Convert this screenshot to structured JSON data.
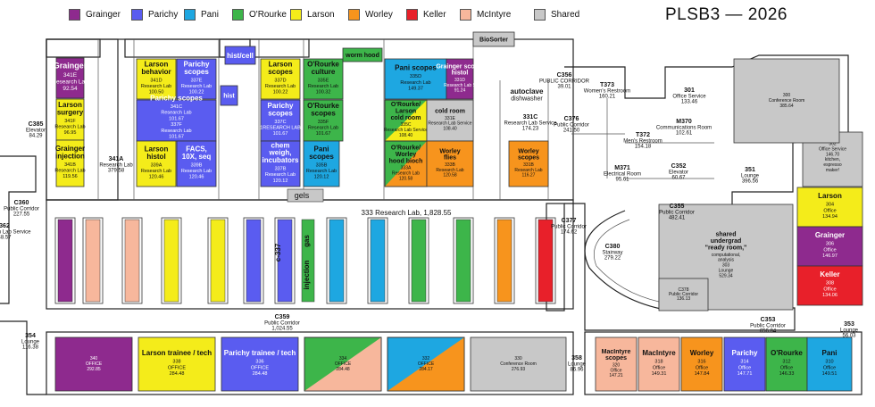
{
  "title": "PLSB3 — 2026",
  "colors": {
    "grainger": "#8e2a8e",
    "parichy": "#5a5cf0",
    "pani": "#1ea7e1",
    "orourke": "#3db54a",
    "larson": "#f4ec1a",
    "worley": "#f7941d",
    "keller": "#e8202a",
    "mcintyre": "#f7b79c",
    "shared": "#c8c8c8"
  },
  "legend": [
    {
      "label": "Grainger",
      "color": "#8e2a8e"
    },
    {
      "label": "Parichy",
      "color": "#5a5cf0"
    },
    {
      "label": "Pani",
      "color": "#1ea7e1"
    },
    {
      "label": "O'Rourke",
      "color": "#3db54a"
    },
    {
      "label": "Larson",
      "color": "#f4ec1a"
    },
    {
      "label": "Worley",
      "color": "#f7941d"
    },
    {
      "label": "Keller",
      "color": "#e8202a"
    },
    {
      "label": "McIntyre",
      "color": "#f7b79c"
    },
    {
      "label": "Shared",
      "color": "#c8c8c8"
    }
  ],
  "rooms": [
    {
      "id": "r341e",
      "color": "grainger",
      "lines": [
        "Grainger",
        "341E",
        "Research Lab",
        "92.54"
      ]
    },
    {
      "id": "r341f",
      "color": "larson",
      "lines": [
        "Larson",
        "surgery",
        "341F",
        "Research Lab",
        "96.95"
      ]
    },
    {
      "id": "r341b",
      "color": "larson",
      "lines": [
        "Grainger",
        "injection",
        "341B",
        "Research Lab",
        "119.56"
      ]
    },
    {
      "id": "r341d",
      "color": "larson",
      "lines": [
        "Larson",
        "behavior",
        "341D",
        "Research Lab",
        "100.50"
      ]
    },
    {
      "id": "r337e",
      "color": "parichy",
      "lines": [
        "Parichy",
        "scopes",
        "337E",
        "Research Lab",
        "100.22"
      ]
    },
    {
      "id": "r341c",
      "color": "parichy",
      "lines": [
        "Parichy scopes",
        "341C",
        "Research Lab",
        "101.67",
        "337F",
        "Research Lab",
        "101.67"
      ]
    },
    {
      "id": "r339a",
      "color": "larson",
      "lines": [
        "Larson",
        "histol",
        "339A",
        "Research Lab",
        "120.46"
      ]
    },
    {
      "id": "r339b",
      "color": "parichy",
      "lines": [
        "FACS,",
        "10X, seq",
        "339B",
        "Research Lab",
        "120.46"
      ]
    },
    {
      "id": "rhistcell",
      "color": "parichy",
      "lines": [
        "hist/cell"
      ]
    },
    {
      "id": "rhist",
      "color": "parichy",
      "lines": [
        "hist"
      ]
    },
    {
      "id": "r337d",
      "color": "larson",
      "lines": [
        "Larson",
        "scopes",
        "337D",
        "Research Lab",
        "100.22"
      ]
    },
    {
      "id": "r337c",
      "color": "parichy",
      "lines": [
        "Parichy",
        "scopes",
        "337C",
        "1RESEARCH LAB",
        "101.67"
      ]
    },
    {
      "id": "r337b",
      "color": "parichy",
      "lines": [
        "chem",
        "weigh,",
        "incubators",
        "337B",
        "Research Lab",
        "120.12"
      ]
    },
    {
      "id": "r335e",
      "color": "orourke",
      "lines": [
        "O'Rourke",
        "culture",
        "335E",
        "Research Lab",
        "100.32"
      ]
    },
    {
      "id": "r335f",
      "color": "orourke",
      "lines": [
        "O'Rourke",
        "scopes",
        "335F",
        "Research Lab",
        "101.67"
      ]
    },
    {
      "id": "r335b",
      "color": "pani",
      "lines": [
        "Pani",
        "scopes",
        "335B",
        "Research Lab",
        "120.12"
      ]
    },
    {
      "id": "rworm",
      "color": "orourke",
      "lines": [
        "worm hood"
      ]
    },
    {
      "id": "r335d",
      "color": "pani",
      "lines": [
        "Pani scopes",
        "335D",
        "Research Lab",
        "149.37"
      ]
    },
    {
      "id": "r331d",
      "color": "grainger",
      "lines": [
        "Grainger scope,",
        "histol",
        "331D",
        "Research Lab S",
        "91.24"
      ]
    },
    {
      "id": "r335c",
      "color": "orourke",
      "lines": [
        "O'Rourke/",
        "Larson",
        "cold room",
        "335C",
        "Research Lab Service",
        "108.40"
      ]
    },
    {
      "id": "r331e",
      "color": "shared",
      "lines": [
        "cold room",
        "331E",
        "Research Lab Service",
        "108.40"
      ]
    },
    {
      "id": "r333a",
      "color": "orourke",
      "lines": [
        "O'Rourke/",
        "Worley",
        "hood bioch",
        "333A",
        "Research Lab",
        "120.58"
      ]
    },
    {
      "id": "r333b",
      "color": "worley",
      "lines": [
        "Worley",
        "flies",
        "333B",
        "Research Lab",
        "120.58"
      ]
    },
    {
      "id": "r331b",
      "color": "worley",
      "lines": [
        "Worley",
        "scopes",
        "331B",
        "Research Lab",
        "116.27"
      ]
    },
    {
      "id": "r304",
      "color": "larson",
      "lines": [
        "Larson",
        "304",
        "Office",
        "134.94"
      ]
    },
    {
      "id": "r306",
      "color": "grainger",
      "lines": [
        "Grainger",
        "306",
        "Office",
        "146.97"
      ]
    },
    {
      "id": "r308",
      "color": "keller",
      "lines": [
        "Keller",
        "308",
        "Office",
        "134.06"
      ]
    },
    {
      "id": "r340",
      "color": "grainger",
      "lines": [
        "340",
        "OFFICE",
        "292.85"
      ]
    },
    {
      "id": "r338",
      "color": "larson",
      "lines": [
        "Larson trainee / tech",
        "338",
        "OFFICE",
        "284.48"
      ]
    },
    {
      "id": "r336",
      "color": "parichy",
      "lines": [
        "Parichy trainee / tech",
        "336",
        "OFFICE",
        "284.48"
      ]
    },
    {
      "id": "r334",
      "color": "orourke",
      "lines": [
        "334",
        "OFFICE",
        "284.48"
      ]
    },
    {
      "id": "r332",
      "color": "pani",
      "lines": [
        "332",
        "OFFICE",
        "284.17"
      ]
    },
    {
      "id": "r330",
      "color": "shared",
      "lines": [
        "330",
        "Conference Room",
        "276.93"
      ]
    },
    {
      "id": "r320",
      "color": "mcintyre",
      "lines": [
        "MacIntyre",
        "scopes",
        "320",
        "Office",
        "147.21"
      ]
    },
    {
      "id": "r318",
      "color": "mcintyre",
      "lines": [
        "MacIntyre",
        "318",
        "Office",
        "149.31"
      ]
    },
    {
      "id": "r316",
      "color": "worley",
      "lines": [
        "Worley",
        "316",
        "Office",
        "147.84"
      ]
    },
    {
      "id": "r314",
      "color": "parichy",
      "lines": [
        "Parichy",
        "314",
        "Office",
        "147.71"
      ]
    },
    {
      "id": "r312",
      "color": "orourke",
      "lines": [
        "O'Rourke",
        "312",
        "Office",
        "146.33"
      ]
    },
    {
      "id": "r310",
      "color": "pani",
      "lines": [
        "Pani",
        "310",
        "Office",
        "149.51"
      ]
    },
    {
      "id": "r303",
      "color": "shared",
      "lines": [
        "shared",
        "undergrad",
        "\"ready room,\"",
        "computational,",
        "analysis",
        "303",
        "Lounge",
        "529.34"
      ]
    },
    {
      "id": "r302",
      "color": "shared",
      "lines": [
        "302",
        "Office Service",
        "146.70",
        "kitchen,",
        "espresso",
        "maker!"
      ]
    },
    {
      "id": "r300",
      "color": "shared",
      "lines": [
        "300",
        "Conference Room",
        "385.64"
      ]
    },
    {
      "id": "r378",
      "color": "shared",
      "lines": [
        "C378",
        "Public Corridor",
        "136.13"
      ]
    },
    {
      "id": "rbiosorter",
      "color": "shared",
      "lines": [
        "BioSorter"
      ]
    }
  ],
  "labels": [
    {
      "id": "l341a",
      "lines": [
        "341A",
        "Research Lab",
        "379.58"
      ]
    },
    {
      "id": "l333",
      "lines": [
        "333 Research Lab, 1,828.55"
      ]
    },
    {
      "id": "l359",
      "lines": [
        "C359",
        "Public Corridor",
        "1,024.55"
      ]
    },
    {
      "id": "l377",
      "lines": [
        "C377",
        "Public Corridor",
        "174.62"
      ]
    },
    {
      "id": "l355",
      "lines": [
        "C355",
        "Public Corridor",
        "482.41"
      ]
    },
    {
      "id": "l353",
      "lines": [
        "C353",
        "Public Corridor",
        "656.84"
      ]
    },
    {
      "id": "l351",
      "lines": [
        "351",
        "Lounge",
        "396.56"
      ]
    },
    {
      "id": "l352",
      "lines": [
        "C352",
        "Elevator",
        "60.67"
      ]
    },
    {
      "id": "l371",
      "lines": [
        "M371",
        "Electrical Room",
        "95.61"
      ]
    },
    {
      "id": "l372",
      "lines": [
        "T372",
        "Men's Restroom",
        "154.18"
      ]
    },
    {
      "id": "l370",
      "lines": [
        "M370",
        "Communications Room",
        "102.61"
      ]
    },
    {
      "id": "l301",
      "lines": [
        "301",
        "Office Service",
        "133.46"
      ]
    },
    {
      "id": "l373",
      "lines": [
        "T373",
        "Women's Restroom",
        "160.21"
      ]
    },
    {
      "id": "l356",
      "lines": [
        "C356",
        "PUBLIC CORRIDOR",
        "39.01"
      ]
    },
    {
      "id": "l376",
      "lines": [
        "C376",
        "Public Corridor",
        "241.50"
      ]
    },
    {
      "id": "l331c",
      "lines": [
        "331C",
        "Research Lab Service",
        "174.23"
      ]
    },
    {
      "id": "lauto",
      "lines": [
        "autoclave",
        "dishwasher"
      ]
    },
    {
      "id": "l380",
      "lines": [
        "C380",
        "Stairway",
        "279.22"
      ]
    },
    {
      "id": "l385",
      "lines": [
        "C385",
        "Elevator",
        "84.29"
      ]
    },
    {
      "id": "l360",
      "lines": [
        "C360",
        "Public Corridor",
        "227.55"
      ]
    },
    {
      "id": "l362",
      "lines": [
        "362",
        "Research Lab Service",
        "48.57"
      ]
    },
    {
      "id": "l354",
      "lines": [
        "354",
        "Lounge",
        "116.38"
      ]
    },
    {
      "id": "l358",
      "lines": [
        "358",
        "Lounge",
        "86.96"
      ]
    },
    {
      "id": "l353b",
      "lines": [
        "353",
        "Lounge",
        "56.03"
      ]
    },
    {
      "id": "lgels",
      "lines": [
        "gels"
      ]
    },
    {
      "id": "lgas",
      "lines": [
        "gas"
      ]
    },
    {
      "id": "linj",
      "lines": [
        "injection"
      ]
    },
    {
      "id": "lc337",
      "lines": [
        "c-337"
      ]
    }
  ]
}
